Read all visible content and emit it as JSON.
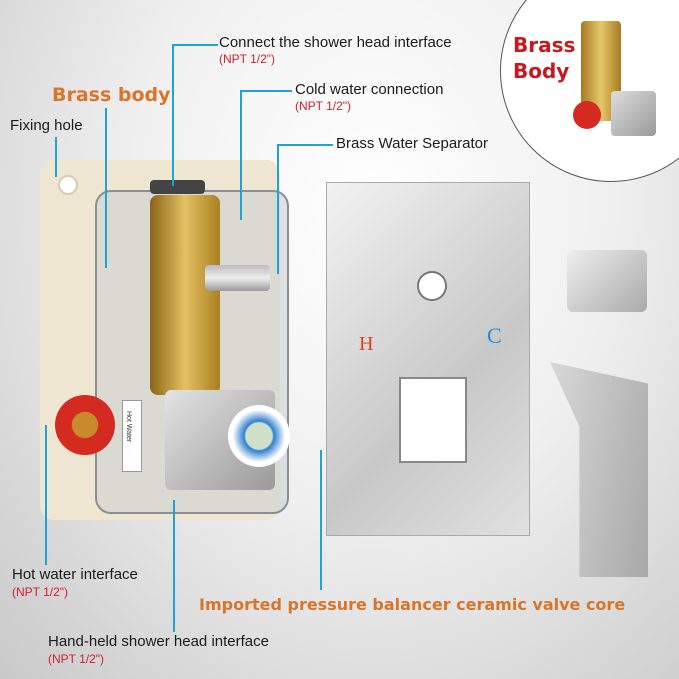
{
  "labels": {
    "shower_head": "Connect the shower head interface",
    "shower_head_npt": "(NPT 1/2\")",
    "cold_water": "Cold water connection",
    "cold_water_npt": "(NPT 1/2\")",
    "separator": "Brass Water Separator",
    "brass_body": "Brass body",
    "fixing_hole": "Fixing hole",
    "hot_water": "Hot water interface",
    "hot_water_npt": "(NPT 1/2\")",
    "handheld": "Hand-held shower head interface",
    "handheld_npt": "(NPT 1/2\")",
    "valve_core": "Imported pressure balancer ceramic valve core"
  },
  "inset": {
    "title_line1": "Brass",
    "title_line2": "Body"
  },
  "plate": {
    "hot_mark": "H",
    "cold_mark": "C"
  },
  "box_label": "Hot Water",
  "colors": {
    "leader": "#1fa3d6",
    "orange": "#d9752a",
    "red": "#d0202a",
    "hot": "#e0401a",
    "cold": "#1e8fd8"
  }
}
